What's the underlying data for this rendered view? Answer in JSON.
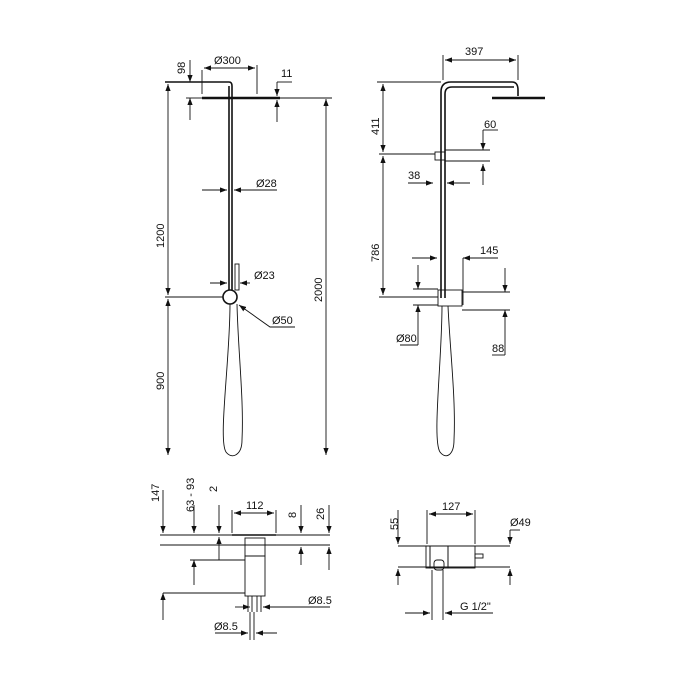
{
  "front_view": {
    "head_height": "98",
    "head_diameter": "Ø300",
    "head_thickness": "11",
    "pipe_diameter": "Ø28",
    "upper_height": "1200",
    "hand_shower_diameter": "Ø23",
    "valve_diameter": "Ø50",
    "lower_height": "900",
    "total_height": "2000"
  },
  "side_view": {
    "arm_length": "397",
    "arm_height": "411",
    "bracket_height": "60",
    "bracket_offset": "38",
    "mid_height": "786",
    "valve_depth": "145",
    "valve_diameter": "Ø80",
    "valve_height": "88"
  },
  "detail_left": {
    "depth": "147",
    "range": "63 - 93",
    "gap": "2",
    "width": "112",
    "plate": "8",
    "flange": "26",
    "pipe_right": "Ø8.5",
    "pipe_left": "Ø8.5"
  },
  "detail_right": {
    "height": "55",
    "length": "127",
    "diameter": "Ø49",
    "thread": "G 1/2\""
  }
}
